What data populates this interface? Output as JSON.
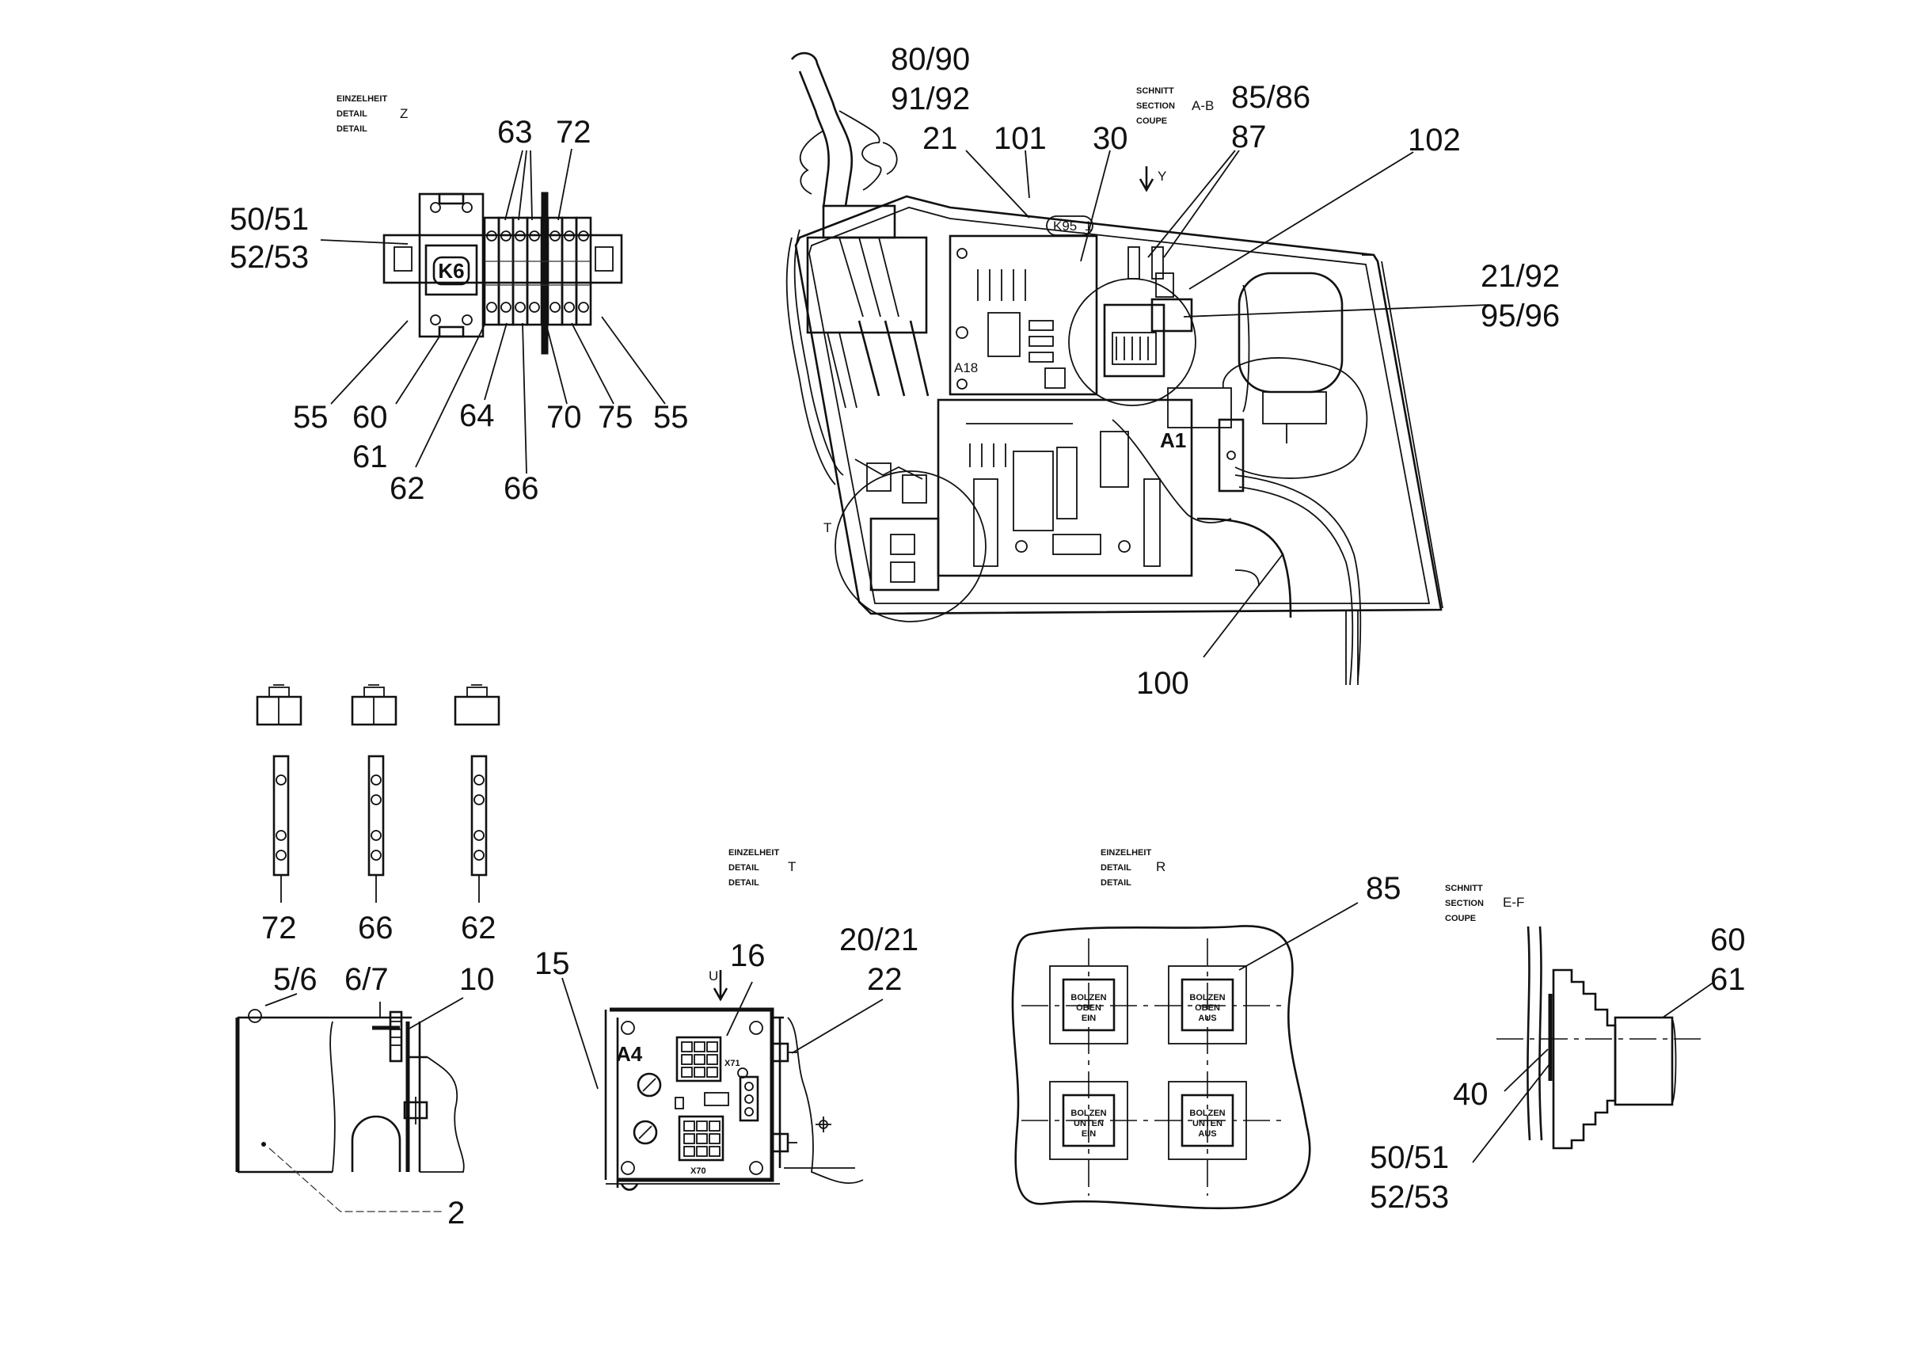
{
  "detail_z": {
    "heading": [
      "EINZELHEIT",
      "DETAIL",
      "DETAIL"
    ],
    "letter": "Z",
    "relay_label": "K6",
    "callouts": [
      "50/51",
      "52/53",
      "63",
      "72",
      "55",
      "60",
      "61",
      "62",
      "64",
      "66",
      "70",
      "75",
      "55"
    ]
  },
  "section_ab": {
    "heading": [
      "SCHNITT",
      "SECTION",
      "COUPE"
    ],
    "letter": "A-B",
    "view_arrow": "Y",
    "callouts": [
      "80/90",
      "91/92",
      "21",
      "101",
      "30",
      "85/86",
      "87",
      "102",
      "21/92",
      "95/96",
      "100"
    ],
    "board_labels": [
      "A1",
      "A18",
      "K95_1"
    ],
    "detail_circle_label": "T"
  },
  "terminal_views": {
    "callouts": [
      "72",
      "66",
      "62"
    ]
  },
  "bracket_view": {
    "callouts": [
      "5/6",
      "6/7",
      "10",
      "2"
    ]
  },
  "detail_t": {
    "heading": [
      "EINZELHEIT",
      "DETAIL",
      "DETAIL"
    ],
    "letter": "T",
    "view_arrow": "U",
    "board_label": "A4",
    "connector_labels": [
      "X71",
      "X70"
    ],
    "callouts": [
      "15",
      "16",
      "20/21",
      "22"
    ]
  },
  "detail_r": {
    "heading": [
      "EINZELHEIT",
      "DETAIL",
      "DETAIL"
    ],
    "letter": "R",
    "callouts": [
      "85"
    ],
    "buttons": [
      {
        "lines": [
          "BOLZEN",
          "OBEN",
          "EIN"
        ]
      },
      {
        "lines": [
          "BOLZEN",
          "OBEN",
          "AUS"
        ]
      },
      {
        "lines": [
          "BOLZEN",
          "UNTEN",
          "EIN"
        ]
      },
      {
        "lines": [
          "BOLZEN",
          "UNTEN",
          "AUS"
        ]
      }
    ]
  },
  "section_ef": {
    "heading": [
      "SCHNITT",
      "SECTION",
      "COUPE"
    ],
    "letter": "E-F",
    "callouts": [
      "60",
      "61",
      "40",
      "50/51",
      "52/53"
    ]
  }
}
